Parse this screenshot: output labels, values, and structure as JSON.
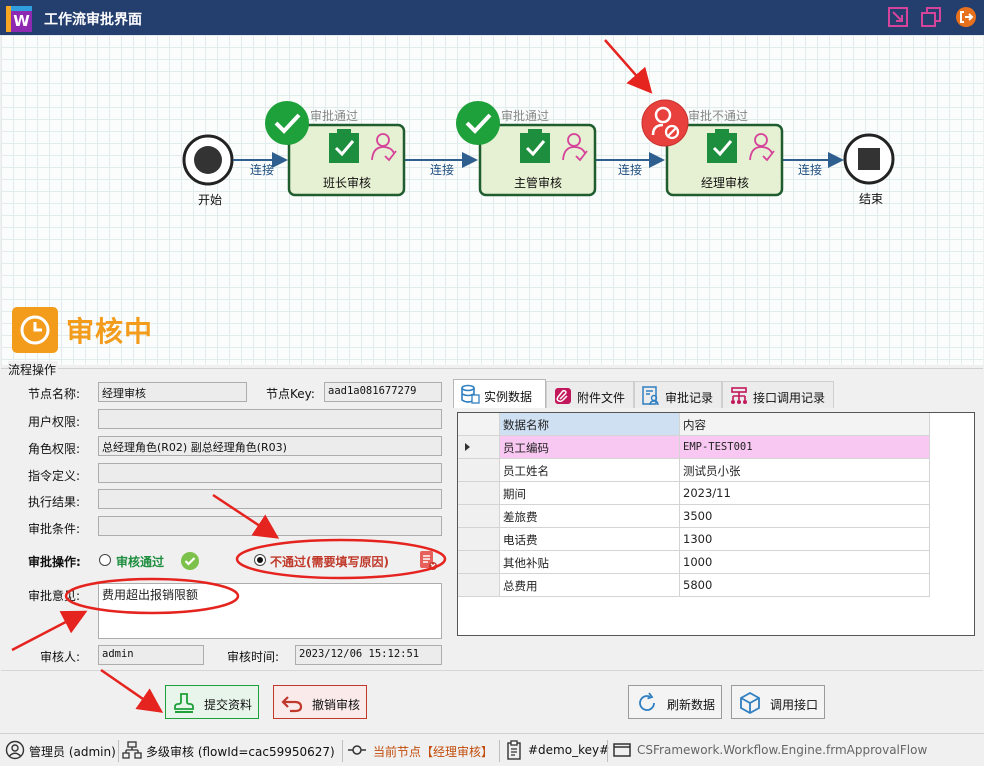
{
  "window": {
    "title": "工作流审批界面",
    "logo_letter": "W"
  },
  "flow": {
    "start_label": "开始",
    "end_label": "结束",
    "edge_label": "连接",
    "nodes": [
      {
        "name": "班长审核",
        "status": "审批通过"
      },
      {
        "name": "主管审核",
        "status": "审批通过"
      },
      {
        "name": "经理审核",
        "status": "审批不通过"
      }
    ]
  },
  "status_banner": "审核中",
  "group_title": "流程操作",
  "form": {
    "node_name_label": "节点名称:",
    "node_name_value": "经理审核",
    "node_key_label": "节点Key:",
    "node_key_value": "aad1a081677279",
    "user_perm_label": "用户权限:",
    "user_perm_value": "",
    "role_perm_label": "角色权限:",
    "role_perm_value": "总经理角色(R02) 副总经理角色(R03)",
    "command_label": "指令定义:",
    "command_value": "",
    "exec_result_label": "执行结果:",
    "exec_result_value": "",
    "approve_cond_label": "审批条件:",
    "approve_cond_value": "",
    "action_label": "审批操作:",
    "approve_option": "审核通过",
    "reject_option": "不通过(需要填写原因)",
    "opinion_label": "审批意见:",
    "opinion_value": "费用超出报销限额",
    "reviewer_label": "审核人:",
    "reviewer_value": "admin",
    "review_time_label": "审核时间:",
    "review_time_value": "2023/12/06 15:12:51"
  },
  "tabs": [
    {
      "label": "实例数据",
      "active": true
    },
    {
      "label": "附件文件",
      "active": false
    },
    {
      "label": "审批记录",
      "active": false
    },
    {
      "label": "接口调用记录",
      "active": false
    }
  ],
  "grid": {
    "headers": [
      "数据名称",
      "内容"
    ],
    "rows": [
      {
        "name": "员工编码",
        "value": "EMP-TEST001"
      },
      {
        "name": "员工姓名",
        "value": "测试员小张"
      },
      {
        "name": "期间",
        "value": "2023/11"
      },
      {
        "name": "差旅费",
        "value": "3500"
      },
      {
        "name": "电话费",
        "value": "1300"
      },
      {
        "name": "其他补贴",
        "value": "1000"
      },
      {
        "name": "总费用",
        "value": "5800"
      }
    ]
  },
  "buttons": {
    "submit": "提交资料",
    "revoke": "撤销审核",
    "refresh": "刷新数据",
    "invoke": "调用接口"
  },
  "statusbar": {
    "user": "管理员 (admin)",
    "flow": "多级审核 (flowId=cac59950627)",
    "current_node": "当前节点【经理审核】",
    "key": "#demo_key#",
    "form_class": "CSFramework.Workflow.Engine.frmApprovalFlow"
  },
  "colors": {
    "titlebar": "#243e6e",
    "node_fill": "#e6f0d2",
    "node_border": "#1f5c2e",
    "pass_green": "#1ea03a",
    "fail_red": "#e8403d",
    "accent_orange": "#f39b1a",
    "annotation_red": "#e5231f"
  }
}
